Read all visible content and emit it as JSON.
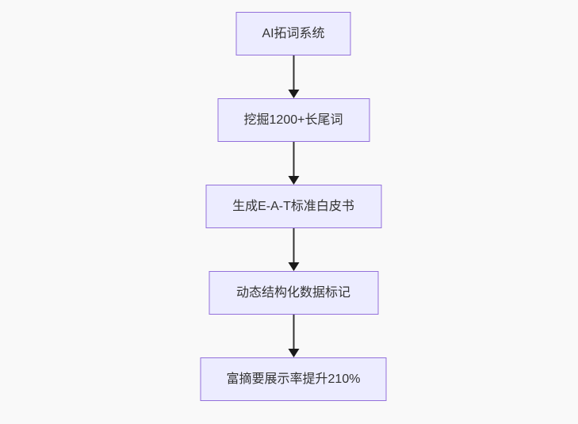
{
  "flowchart": {
    "type": "flowchart",
    "direction": "top-down",
    "nodes": [
      {
        "id": "A",
        "label": "AI拓词系统"
      },
      {
        "id": "B",
        "label": "挖掘1200+长尾词"
      },
      {
        "id": "C",
        "label": "生成E-A-T标准白皮书"
      },
      {
        "id": "D",
        "label": "动态结构化数据标记"
      },
      {
        "id": "E",
        "label": "富摘要展示率提升210%"
      }
    ],
    "edges": [
      {
        "from": "A",
        "to": "B",
        "style": "arrow"
      },
      {
        "from": "B",
        "to": "C",
        "style": "arrow"
      },
      {
        "from": "C",
        "to": "D",
        "style": "arrow"
      },
      {
        "from": "D",
        "to": "E",
        "style": "arrow"
      }
    ],
    "colors": {
      "node_fill": "#ECECFF",
      "node_border": "#9370DB",
      "node_text": "#333333",
      "arrow": "#333333",
      "background": "#F9F9F9"
    }
  }
}
